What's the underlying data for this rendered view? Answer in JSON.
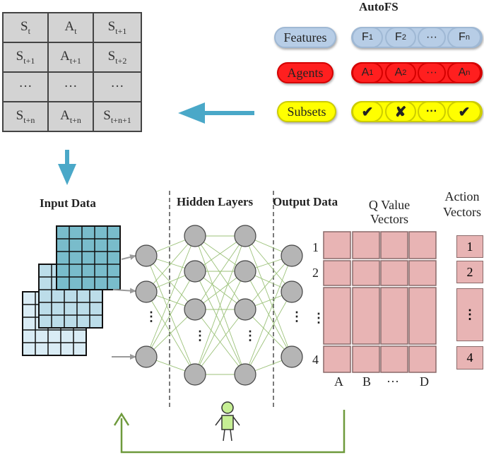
{
  "state_table": {
    "rows": [
      [
        {
          "b": "S",
          "s": "t"
        },
        {
          "b": "A",
          "s": "t"
        },
        {
          "b": "S",
          "s": "t+1"
        }
      ],
      [
        {
          "b": "S",
          "s": "t+1"
        },
        {
          "b": "A",
          "s": "t+1"
        },
        {
          "b": "S",
          "s": "t+2"
        }
      ],
      [
        {
          "b": "···",
          "s": ""
        },
        {
          "b": "···",
          "s": ""
        },
        {
          "b": "···",
          "s": ""
        }
      ],
      [
        {
          "b": "S",
          "s": "t+n"
        },
        {
          "b": "A",
          "s": "t+n"
        },
        {
          "b": "S",
          "s": "t+n+1"
        }
      ]
    ]
  },
  "autofs": {
    "title": "AutoFS",
    "features": {
      "label": "Features",
      "items": [
        {
          "b": "F",
          "s": "1"
        },
        {
          "b": "F",
          "s": "2"
        },
        {
          "b": "···",
          "s": ""
        },
        {
          "b": "F",
          "s": "n"
        }
      ]
    },
    "agents": {
      "label": "Agents",
      "items": [
        {
          "b": "A",
          "s": "1"
        },
        {
          "b": "A",
          "s": "2"
        },
        {
          "b": "···",
          "s": ""
        },
        {
          "b": "A",
          "s": "n"
        }
      ]
    },
    "subsets": {
      "label": "Subsets",
      "items": [
        "✔",
        "✘",
        "···",
        "✔"
      ]
    },
    "colors": {
      "features": "#b7cde6",
      "agents": "#ff1f1f",
      "subsets": "#ffff00",
      "arrow": "#4aa8c8",
      "feedback": "#6e9a3c"
    }
  },
  "network": {
    "input_label": "Input Data",
    "hidden_label": "Hidden Layers",
    "output_label": "Output Data",
    "vdots": "⋮"
  },
  "q_values": {
    "title_line1": "Q Value",
    "title_line2": "Vectors",
    "row_labels": [
      "1",
      "2",
      "⋮",
      "4"
    ],
    "col_labels": [
      "A",
      "B",
      "···",
      "D"
    ]
  },
  "action_vectors": {
    "title_line1": "Action",
    "title_line2": "Vectors",
    "cells": [
      "1",
      "2",
      "⋮",
      "4"
    ]
  }
}
